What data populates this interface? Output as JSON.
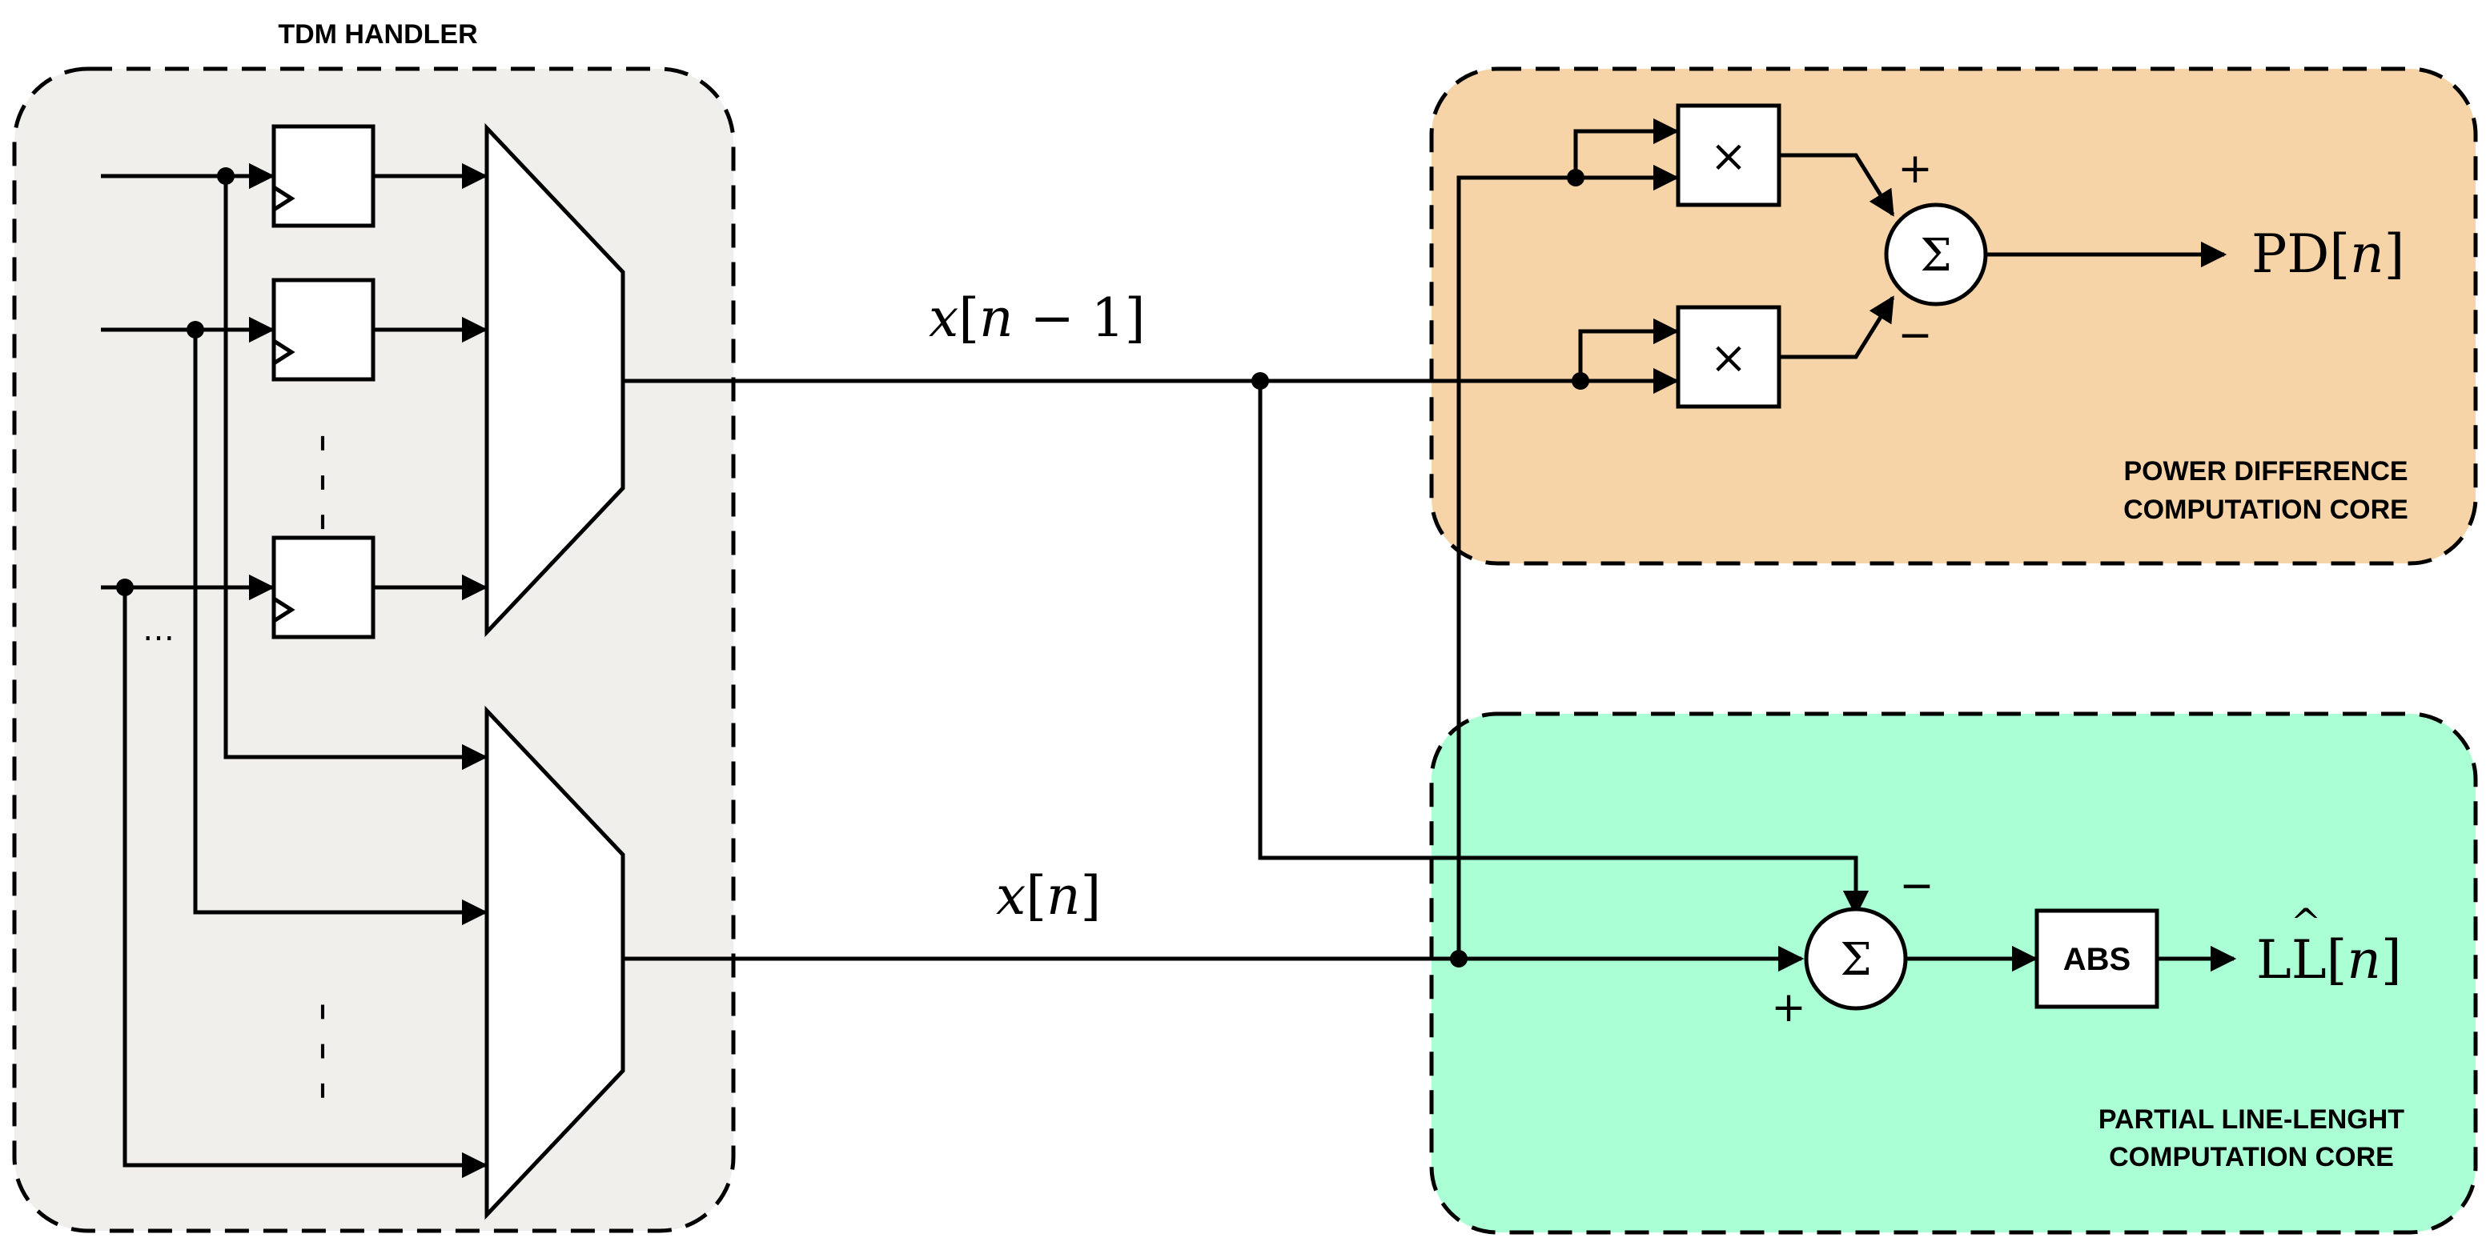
{
  "regions": {
    "tdm": {
      "title": "TDM HANDLER",
      "fill": "#f0efeb"
    },
    "pd": {
      "line1": "POWER DIFFERENCE",
      "line2": "COMPUTATION CORE",
      "fill": "#f6d4a8"
    },
    "ll": {
      "line1": "PARTIAL LINE-LENGHT",
      "line2": "COMPUTATION CORE",
      "fill": "#aaffd5"
    }
  },
  "signals": {
    "x_prev": {
      "var": "x",
      "open": "[",
      "idx": "n",
      "rest": " − 1]"
    },
    "x_cur": {
      "var": "x",
      "open": "[",
      "idx": "n",
      "close": "]"
    },
    "pd_out": {
      "name": "PD",
      "open": "[",
      "idx": "n",
      "close": "]"
    },
    "ll_out": {
      "name": "LL",
      "hat": "^",
      "open": "[",
      "idx": "n",
      "close": "]"
    }
  },
  "blocks": {
    "multiplier": "×",
    "sum": "Σ",
    "abs": "ABS",
    "plus": "+",
    "minus": "−"
  },
  "ellipsis": {
    "vertical": "⋮",
    "horizontal": "…"
  }
}
